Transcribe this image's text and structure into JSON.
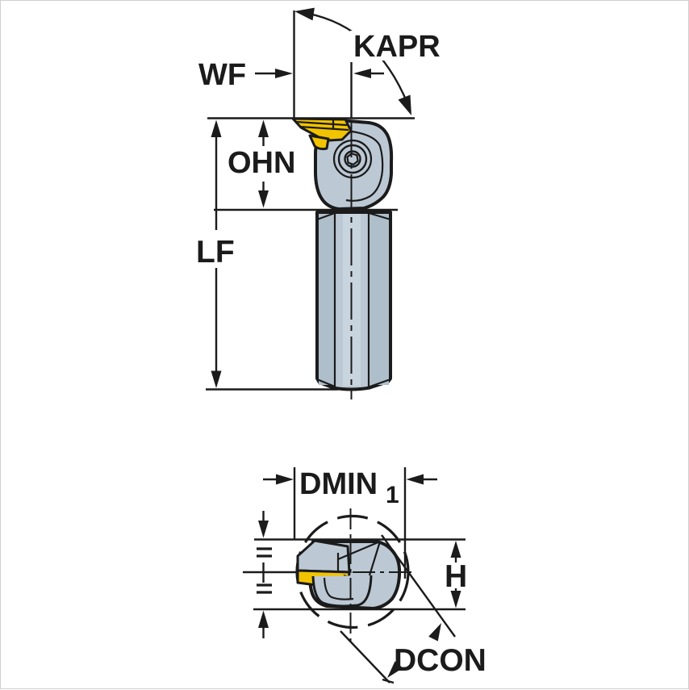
{
  "labels": {
    "kapr": "KAPR",
    "wf": "WF",
    "ohn": "OHN",
    "lf": "LF",
    "dmin": "DMIN",
    "dmin_sub": "1",
    "h": "H",
    "dcon": "DCON",
    "equals_mark": "="
  },
  "colors": {
    "outline": "#1b1b1b",
    "body": "#bcc9d4",
    "body_dark": "#aebfcb",
    "body_light": "#c9d5de",
    "insert": "#f2c400",
    "background": "#ffffff",
    "frame": "#cfcfcf"
  }
}
